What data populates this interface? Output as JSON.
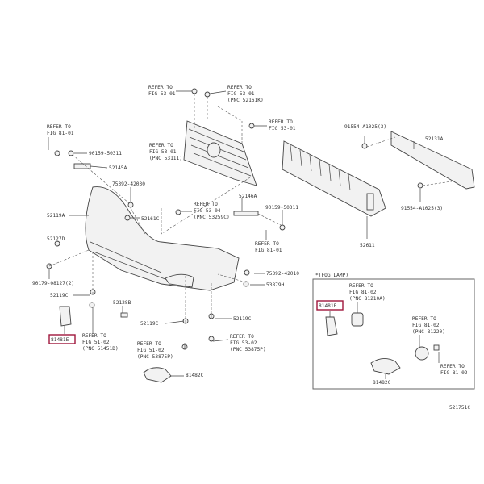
{
  "labels": {
    "grille_fig_a": [
      "REFER TO",
      "FIG 53-01"
    ],
    "grille_fig_b": [
      "REFER TO",
      "FIG 53-01",
      "(PNC 52161K)"
    ],
    "grille_fig_c": [
      "REFER TO",
      "FIG 53-01"
    ],
    "grille_fig_d": [
      "REFER TO",
      "FIG 53-01",
      "(PNC 53111)"
    ],
    "left_fig_81": [
      "REFER TO",
      "FIG 81-01"
    ],
    "clip_90159_left": "90159-50311",
    "p52145A": "52145A",
    "p75392_42030": "75392-42030",
    "p52119A": "52119A",
    "p52161C": "52161C",
    "fig_53_04": [
      "REFER TO",
      "FIG 53-04",
      "(PNC 53259C)"
    ],
    "p52146A": "52146A",
    "clip_90159_right": "90159-50311",
    "right_fig_81": [
      "REFER TO",
      "FIG 81-01"
    ],
    "p52127D": "52127D",
    "p90179": "90179-08127(2)",
    "p52119C_a": "52119C",
    "p52128B": "52128B",
    "p81481E_a": "81481E",
    "fig_51_02_a": [
      "REFER TO",
      "FIG 51-02",
      "(PNC 51451D)"
    ],
    "p52119C_b": "52119C",
    "fig_51_02_b": [
      "REFER TO",
      "FIG 51-02",
      "(PNC 53875P)"
    ],
    "p75392_42010": "75392-42010",
    "p53879H": "53879H",
    "p52119C_c": "52119C",
    "fig_53_02": [
      "REFER TO",
      "FIG 53-02",
      "(PNC 53875P)"
    ],
    "p81482C_a": "81482C",
    "bolt_top": "91554-A1025(3)",
    "p52131A": "52131A",
    "bolt_bottom": "91554-A1025(3)",
    "p52611": "52611",
    "fog_title": "*(FOG LAMP)",
    "p81481E_b": "81481E",
    "fog_fig_a": [
      "REFER TO",
      "FIG 81-02",
      "(PNC 81210A)"
    ],
    "fog_fig_b": [
      "REFER TO",
      "FIG 81-02",
      "(PNC 81220)"
    ],
    "fog_fig_c": [
      "REFER TO",
      "FIG 81-02"
    ],
    "p81482C_b": "81482C",
    "diagram_code": "521751C"
  },
  "colors": {
    "highlight": "#a0163c",
    "line": "#444444"
  }
}
